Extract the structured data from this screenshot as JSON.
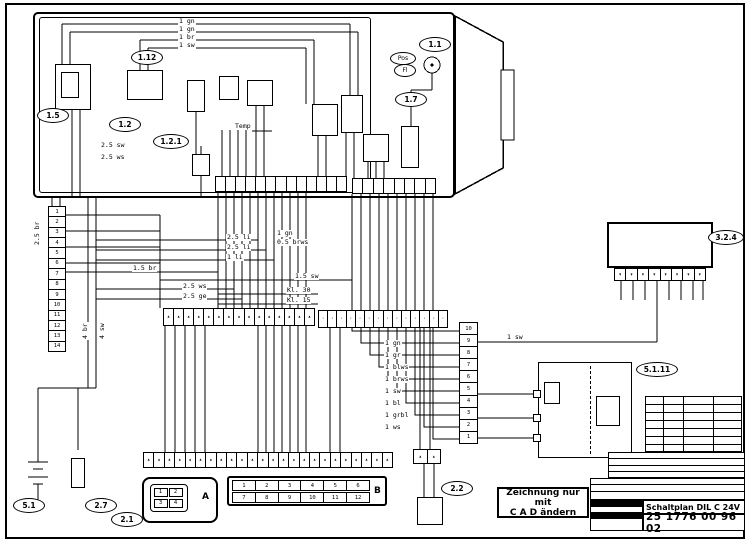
{
  "callouts": {
    "k1_1": "1.1",
    "k1_2": "1.2",
    "k1_5": "1.5",
    "k1_7": "1.7",
    "k1_12": "1.12",
    "k1_2_1": "1.2.1",
    "k2_1": "2.1",
    "k2_2": "2.2",
    "k2_7": "2.7",
    "k3_2_4": "3.2.4",
    "k5_1": "5.1",
    "k5_1_11": "5.1.11"
  },
  "labels": {
    "temp": "Temp",
    "pos": "Pos",
    "fl": "Fl"
  },
  "wire_labels": [
    "1 gn",
    "1 gn",
    "1 br",
    "1 sw",
    "2.5 sw",
    "2.5 ws",
    "2.5 br",
    "4 br",
    "4 sw",
    "2.5 li",
    "2.5 li",
    "1 li",
    "1 gn",
    "0.5 brws",
    "1.5 br",
    "1.5 sw",
    "2.5 ws",
    "2.5 ge",
    "Kl. 30",
    "Kl. 15",
    "1 sw",
    "1 gn",
    "1 gr",
    "1 blws",
    "1 brws",
    "1 sw",
    "1 bl",
    "1 grbl",
    "1 ws"
  ],
  "pins": {
    "left_strip": [
      "1",
      "2",
      "3",
      "4",
      "5",
      "6",
      "7",
      "8",
      "9",
      "10",
      "11",
      "12",
      "13",
      "14"
    ],
    "ten_pin": [
      "10",
      "9",
      "8",
      "7",
      "6",
      "5",
      "4",
      "3",
      "2",
      "1"
    ],
    "mid_strip": [
      "▴",
      "▴",
      "▴",
      "▴",
      "▴",
      "▴",
      "▴",
      "▴",
      "▴",
      "▴",
      "▴",
      "▴",
      "▴",
      "▴",
      "▴"
    ],
    "long_block": [
      "·",
      "·",
      "·",
      "·",
      "·",
      "·",
      "·",
      "·",
      "·",
      "·",
      "·",
      "·",
      "·",
      "·"
    ],
    "bottom_strip": [
      "▴",
      "▴",
      "▴",
      "▴",
      "▴",
      "▴",
      "▴",
      "▴",
      "▴",
      "▴",
      "▴",
      "▴",
      "▴",
      "▴",
      "▴",
      "▴",
      "▴",
      "▴",
      "▴",
      "▴",
      "▴",
      "▴",
      "▴",
      "▴"
    ],
    "unit_strip1": [
      "",
      "",
      "",
      "",
      "",
      "",
      "",
      "",
      "",
      "",
      "",
      "",
      ""
    ],
    "unit_strip2": [
      "",
      "",
      "",
      "",
      "",
      "",
      "",
      ""
    ],
    "row_324": [
      "▾",
      "▾",
      "▾",
      "▾",
      "▾",
      "▾",
      "▾",
      "▾"
    ],
    "plug_22": [
      "▴",
      "▴"
    ]
  },
  "conn_a": {
    "label": "A",
    "pins": [
      "1",
      "2",
      "3",
      "4"
    ]
  },
  "conn_b": {
    "label": "B",
    "row1": [
      "1",
      "2",
      "3",
      "4",
      "5",
      "6"
    ],
    "row2": [
      "7",
      "8",
      "9",
      "10",
      "11",
      "12"
    ]
  },
  "title_block": {
    "note1": "Zeichnung nur mit",
    "note2": "C A D ändern",
    "title": "Schaltplan DIL C 24V",
    "number": "25 1776 00 96 02"
  }
}
